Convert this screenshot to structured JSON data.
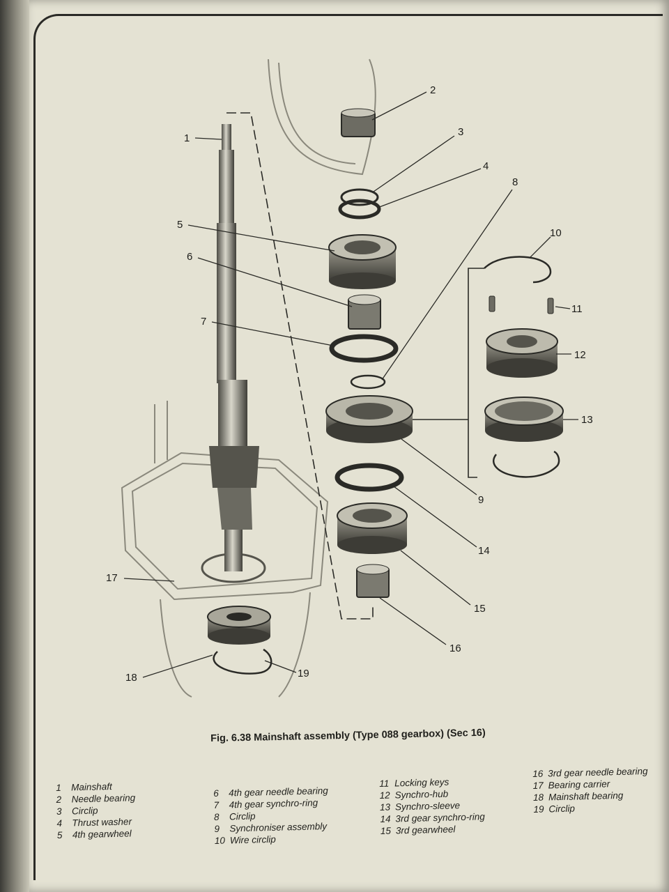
{
  "figure": {
    "caption": "Fig. 6.38 Mainshaft assembly (Type 088 gearbox) (Sec 16)",
    "callouts": [
      "1",
      "2",
      "3",
      "4",
      "5",
      "6",
      "7",
      "8",
      "9",
      "10",
      "11",
      "12",
      "13",
      "14",
      "15",
      "16",
      "17",
      "18",
      "19"
    ]
  },
  "legend": {
    "col1": [
      {
        "num": "1",
        "label": "Mainshaft"
      },
      {
        "num": "2",
        "label": "Needle bearing"
      },
      {
        "num": "3",
        "label": "Circlip"
      },
      {
        "num": "4",
        "label": "Thrust washer"
      },
      {
        "num": "5",
        "label": "4th gearwheel"
      }
    ],
    "col2": [
      {
        "num": "6",
        "label": "4th gear needle bearing"
      },
      {
        "num": "7",
        "label": "4th gear synchro-ring"
      },
      {
        "num": "8",
        "label": "Circlip"
      },
      {
        "num": "9",
        "label": "Synchroniser assembly"
      },
      {
        "num": "10",
        "label": "Wire circlip"
      }
    ],
    "col3": [
      {
        "num": "11",
        "label": "Locking keys"
      },
      {
        "num": "12",
        "label": "Synchro-hub"
      },
      {
        "num": "13",
        "label": "Synchro-sleeve"
      },
      {
        "num": "14",
        "label": "3rd gear synchro-ring"
      },
      {
        "num": "15",
        "label": "3rd gearwheel"
      }
    ],
    "col4": [
      {
        "num": "16",
        "label": "3rd gear needle bearing"
      },
      {
        "num": "17",
        "label": "Bearing carrier"
      },
      {
        "num": "18",
        "label": "Mainshaft bearing"
      },
      {
        "num": "19",
        "label": "Circlip"
      }
    ]
  }
}
